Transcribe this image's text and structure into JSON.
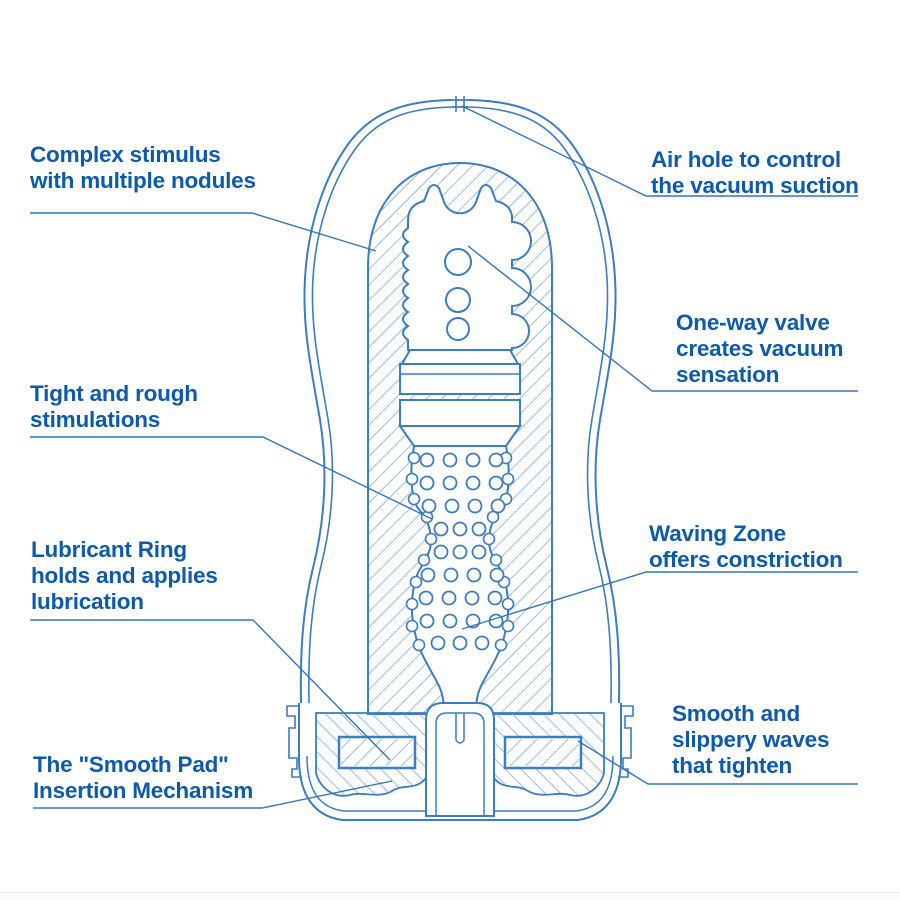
{
  "figure": {
    "type": "cutaway-cross-section-diagram",
    "subject": "vacuum cup internal structure"
  },
  "colors": {
    "label_text": "#0d59ab",
    "line_art": "#3c7cc0",
    "hatch": "#7aa7d8",
    "leader": "#3575ba",
    "background": "#ffffff"
  },
  "labels": {
    "complex_stimulus": {
      "lines": [
        "Complex stimulus",
        "with multiple nodules"
      ]
    },
    "air_hole": {
      "lines": [
        "Air hole to control",
        "the vacuum suction"
      ]
    },
    "one_way_valve": {
      "lines": [
        "One-way valve",
        "creates vacuum",
        "sensation"
      ]
    },
    "tight_rough": {
      "lines": [
        "Tight and rough",
        "stimulations"
      ]
    },
    "lubricant_ring": {
      "lines": [
        "Lubricant Ring",
        "holds and applies",
        "lubrication"
      ]
    },
    "waving_zone": {
      "lines": [
        "Waving Zone",
        "offers constriction"
      ]
    },
    "smooth_waves": {
      "lines": [
        "Smooth and",
        "slippery waves",
        "that tighten"
      ]
    },
    "smooth_pad": {
      "lines": [
        "The \"Smooth Pad\"",
        "Insertion Mechanism"
      ]
    }
  }
}
